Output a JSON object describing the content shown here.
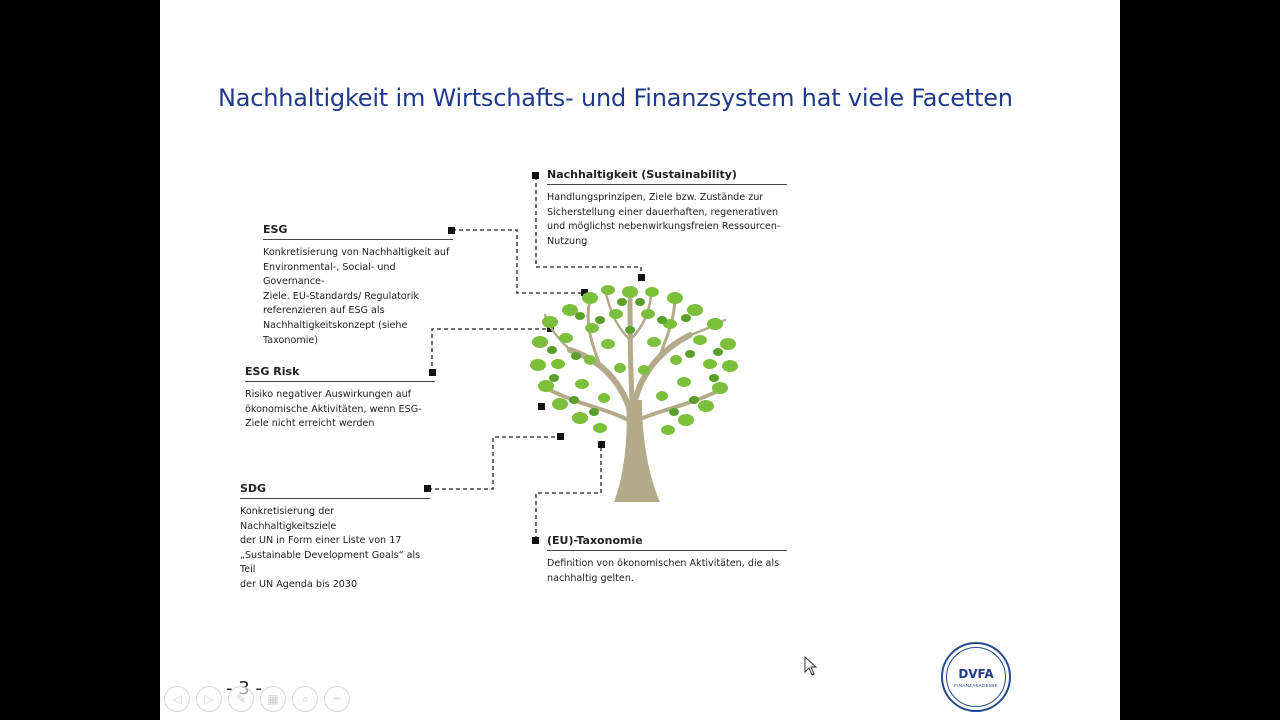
{
  "slide": {
    "title": "Nachhaltigkeit im Wirtschafts- und Finanzsystem hat viele Facetten",
    "page_number": "- 3 -"
  },
  "boxes": {
    "sustainability": {
      "heading": "Nachhaltigkeit (Sustainability)",
      "body": "Handlungsprinzipen, Ziele bzw. Zustände zur\nSicherstellung einer dauerhaften, regenerativen\nund möglichst nebenwirkungsfreien Ressourcen-\nNutzung"
    },
    "esg": {
      "heading": "ESG",
      "body": "Konkretisierung von Nachhaltigkeit auf\nEnvironmental-, Social- und Governance-\nZiele. EU-Standards/ Regulatorik\nreferenzieren auf ESG als\nNachhaltigkeitskonzept (siehe\nTaxonomie)"
    },
    "esg_risk": {
      "heading": "ESG Risk",
      "body": "Risiko negativer Auswirkungen auf\nökonomische Aktivitäten, wenn ESG-\nZiele nicht erreicht werden"
    },
    "sdg": {
      "heading": "SDG",
      "body": "Konkretisierung der Nachhaltigkeitsziele\nder UN in Form einer Liste von 17\n„Sustainable Development Goals“ als Teil\nder UN Agenda bis 2030"
    },
    "taxonomy": {
      "heading": "(EU)-Taxonomie",
      "body": "Definition von ökonomischen Aktivitäten, die als\nnachhaltig gelten."
    }
  },
  "logo": {
    "brand": "DVFA",
    "sub": "FINANZAKADEMIE"
  },
  "controls": [
    {
      "name": "previous-slide-button",
      "icon": "arrow-left-icon",
      "glyph": "◁"
    },
    {
      "name": "next-slide-button",
      "icon": "arrow-right-icon",
      "glyph": "▷"
    },
    {
      "name": "pen-tool-button",
      "icon": "pen-icon",
      "glyph": "✎"
    },
    {
      "name": "see-all-slides-button",
      "icon": "slides-grid-icon",
      "glyph": "▦"
    },
    {
      "name": "zoom-button",
      "icon": "magnifier-icon",
      "glyph": "⌕"
    },
    {
      "name": "more-options-button",
      "icon": "ellipsis-icon",
      "glyph": "•••"
    }
  ],
  "colors": {
    "title": "#1f3a8a",
    "leaf": "#7cbf3a",
    "leaf_dark": "#5a9f2a",
    "trunk": "#b3aa8a",
    "connector": "#222222"
  }
}
